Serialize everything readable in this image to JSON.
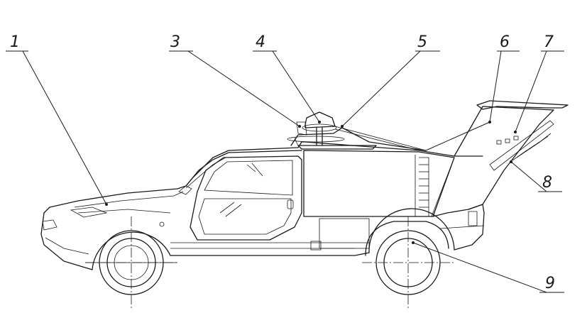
{
  "labels": [
    {
      "id": "1",
      "text": "1"
    },
    {
      "id": "3",
      "text": "3"
    },
    {
      "id": "4",
      "text": "4"
    },
    {
      "id": "5",
      "text": "5"
    },
    {
      "id": "6",
      "text": "6"
    },
    {
      "id": "7",
      "text": "7"
    },
    {
      "id": "8",
      "text": "8"
    },
    {
      "id": "9",
      "text": "9"
    }
  ],
  "colors": {
    "line": "#1a1a1a",
    "background": "#ffffff"
  }
}
